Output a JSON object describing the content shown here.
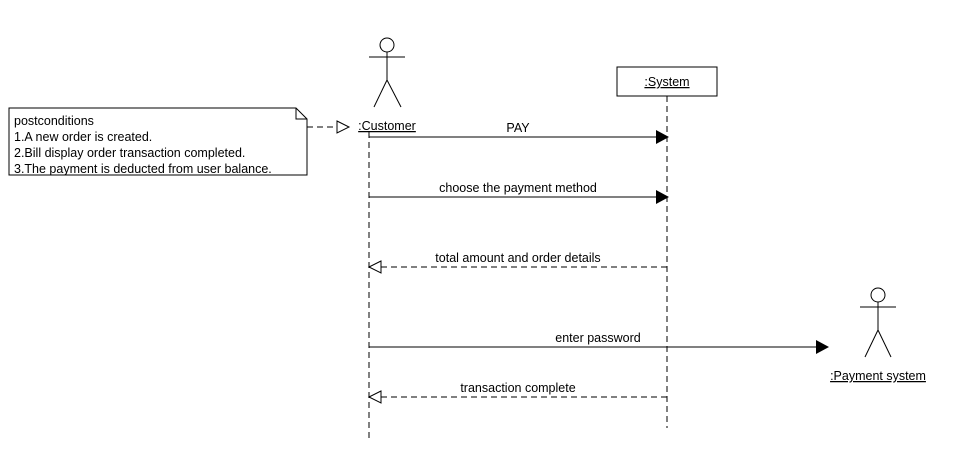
{
  "participants": {
    "customer": {
      "name": ":Customer"
    },
    "system": {
      "name": ":System"
    },
    "payment_system": {
      "name": ":Payment system"
    }
  },
  "note": {
    "title": "postconditions",
    "lines": [
      "1.A new order is created.",
      "2.Bill display order transaction completed.",
      "3.The payment is deducted from user balance."
    ]
  },
  "messages": [
    {
      "label": "PAY",
      "type": "sync",
      "from": ":Customer",
      "to": ":System"
    },
    {
      "label": "choose the payment method",
      "type": "sync",
      "from": ":Customer",
      "to": ":System"
    },
    {
      "label": "total amount and order details",
      "type": "return",
      "from": ":System",
      "to": ":Customer"
    },
    {
      "label": "enter password",
      "type": "sync",
      "from": ":Customer",
      "to": ":Payment system"
    },
    {
      "label": "transaction complete",
      "type": "return",
      "from": ":System",
      "to": ":Customer"
    }
  ],
  "colors": {
    "line": "#000000",
    "background": "#ffffff"
  }
}
